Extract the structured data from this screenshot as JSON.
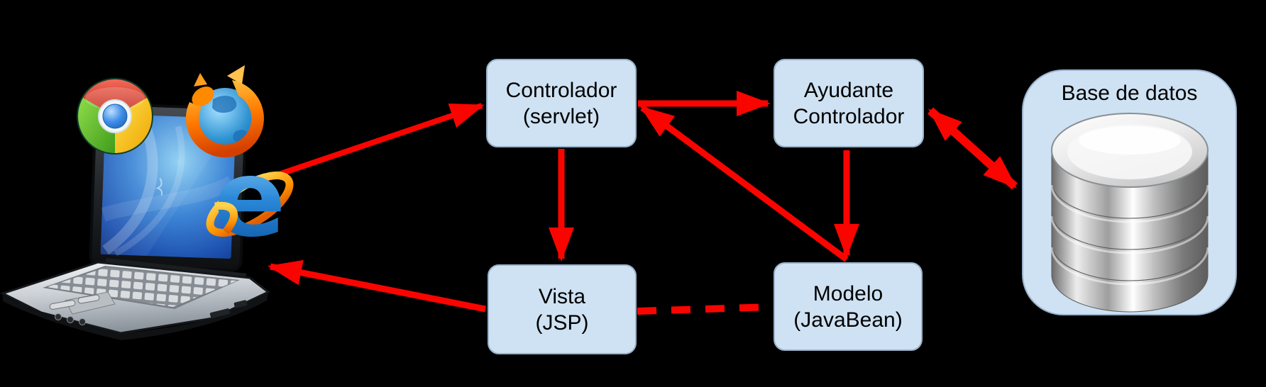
{
  "canvas": {
    "background": "#000000"
  },
  "palette": {
    "box_fill": "#cfe2f3",
    "box_border": "#9ab2ca",
    "arrow_red": "#fa0400",
    "text": "#000000"
  },
  "boxes": {
    "controlador": {
      "line1": "Controlador",
      "line2": "(servlet)"
    },
    "ayudante": {
      "line1": "Ayudante",
      "line2": "Controlador"
    },
    "vista": {
      "line1": "Vista",
      "line2": "(JSP)"
    },
    "modelo": {
      "line1": "Modelo",
      "line2": "(JavaBean)"
    },
    "database": {
      "title": "Base de datos"
    }
  },
  "icons": {
    "laptop": "laptop-computer",
    "chrome": "chrome-browser-logo",
    "firefox": "firefox-browser-logo",
    "internet_explorer": "internet-explorer-browser-logo",
    "database": "database-disc-stack"
  },
  "edges": [
    {
      "from": "navegadores",
      "to": "controlador",
      "style": "solid",
      "heads": [
        "end"
      ]
    },
    {
      "from": "controlador",
      "to": "ayudante",
      "style": "solid",
      "heads": [
        "end"
      ]
    },
    {
      "from": "controlador",
      "to": "vista",
      "style": "solid",
      "heads": [
        "end"
      ]
    },
    {
      "from": "modelo",
      "to": "controlador",
      "style": "solid",
      "heads": [
        "end"
      ]
    },
    {
      "from": "ayudante",
      "to": "modelo",
      "style": "solid",
      "heads": [
        "end"
      ]
    },
    {
      "from": "ayudante",
      "to": "database",
      "style": "solid",
      "heads": [
        "start",
        "end"
      ]
    },
    {
      "from": "vista",
      "to": "navegadores",
      "style": "solid",
      "heads": [
        "end"
      ]
    },
    {
      "from": "vista",
      "to": "modelo",
      "style": "dashed",
      "heads": []
    }
  ]
}
